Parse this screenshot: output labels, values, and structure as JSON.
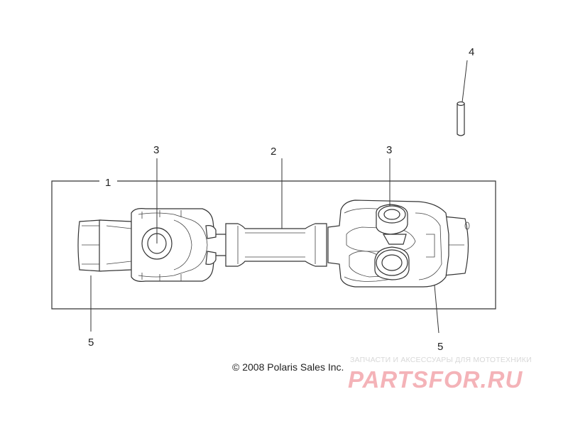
{
  "callouts": {
    "c1": "1",
    "c2": "2",
    "c3_left": "3",
    "c3_right": "3",
    "c4": "4",
    "c5_left": "5",
    "c5_right": "5"
  },
  "copyright": "© 2008 Polaris Sales Inc.",
  "watermark": {
    "tagline": "ЗАПЧАСТИ И АКСЕССУАРЫ ДЛЯ МОТОТЕХНИКИ",
    "logo": "PARTSFOR.RU"
  },
  "colors": {
    "line": "#333333",
    "watermark_red": "#f4b3b8",
    "watermark_gray": "#d8d8d8"
  }
}
